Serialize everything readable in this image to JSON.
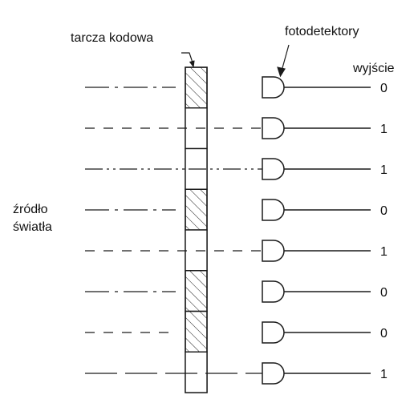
{
  "labels": {
    "code_disc": "tarcza kodowa",
    "photodetectors": "fotodetektory",
    "output": "wyjście",
    "source_line1": "źródło",
    "source_line2": "światła"
  },
  "tracks": [
    {
      "shaded": true,
      "light_passes": false,
      "output": "0",
      "beam_style": "dash-dot"
    },
    {
      "shaded": false,
      "light_passes": true,
      "output": "1",
      "beam_style": "dashed"
    },
    {
      "shaded": false,
      "light_passes": true,
      "output": "1",
      "beam_style": "dash-dot-dot"
    },
    {
      "shaded": true,
      "light_passes": false,
      "output": "0",
      "beam_style": "dash-dot"
    },
    {
      "shaded": false,
      "light_passes": true,
      "output": "1",
      "beam_style": "dashed"
    },
    {
      "shaded": true,
      "light_passes": false,
      "output": "0",
      "beam_style": "dash-dot"
    },
    {
      "shaded": true,
      "light_passes": false,
      "output": "0",
      "beam_style": "dashed"
    },
    {
      "shaded": false,
      "light_passes": true,
      "output": "1",
      "beam_style": "long-dash"
    }
  ],
  "colors": {
    "stroke": "#1a1a1a",
    "background": "#ffffff"
  }
}
